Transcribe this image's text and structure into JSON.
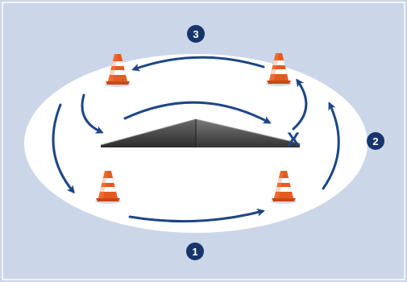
{
  "diagram": {
    "colors": {
      "background": "#cbd6e9",
      "ellipse": "#ffffff",
      "arrow": "#1d4686",
      "badge": "#17356b",
      "cone_orange": "#e65a1f",
      "cone_white": "#ffffff",
      "ramp": "#3a3a3a"
    },
    "badges": [
      {
        "label": "1"
      },
      {
        "label": "2"
      },
      {
        "label": "3"
      }
    ],
    "marker": {
      "label": "X"
    },
    "icons": [
      "traffic-cone-icon",
      "ramp-icon"
    ]
  }
}
